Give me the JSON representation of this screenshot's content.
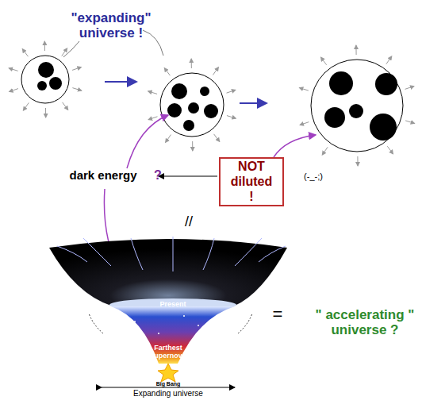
{
  "diagram": {
    "nodes": [
      {
        "text": [
          "NOT diluted !"
        ]
      }
    ],
    "labels": [
      "\"expanding\" universe !",
      "dark energy",
      "?",
      "(-_-;)",
      "//",
      "=",
      "\" accelerating \" universe ?",
      "Present",
      "Farthest supernova",
      "Big Bang",
      "Expanding universe"
    ]
  }
}
